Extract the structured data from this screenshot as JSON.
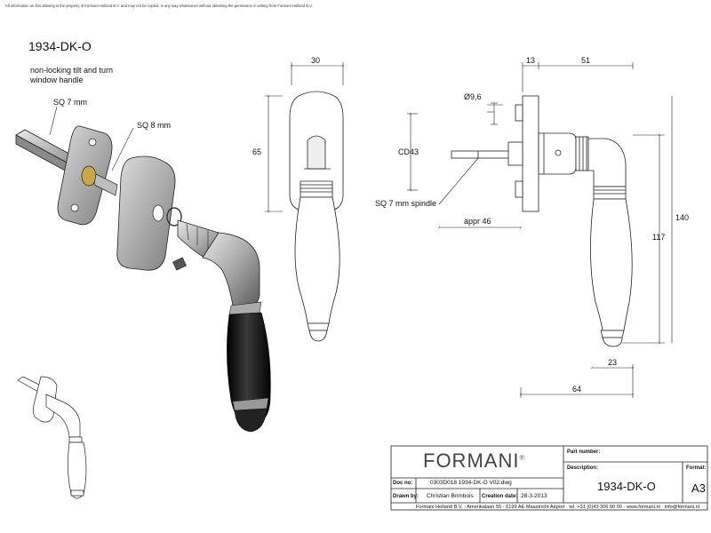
{
  "disclaimer": "All information on this drawing is the property of Formani Holland B.V. and may not be copied, in any way whatsoever without obtaining the permission in writing from Formani Holland B.V.",
  "model_code": "1934-DK-O",
  "description_lines": [
    "non-locking tilt and turn",
    "window handle"
  ],
  "labels": {
    "sq7": "SQ 7 mm",
    "sq8": "SQ 8 mm",
    "spindle": "SQ 7 mm spindle",
    "hole": "Ø9,6",
    "cd": "CD43",
    "appr": "appr 46"
  },
  "dimensions": {
    "front_width": "30",
    "front_height": "65",
    "side_13": "13",
    "side_51": "51",
    "side_140": "140",
    "side_117": "117",
    "side_23": "23",
    "side_64": "64"
  },
  "title_block": {
    "brand": "FORMANI",
    "brand_mark": "®",
    "part_number_label": "Part number:",
    "description_label": "Description:",
    "description_value": "1934-DK-O",
    "format_label": "Format:",
    "format_value": "A3",
    "doc_label": "Doc no:",
    "doc_value": "0303D018 1934-DK-O V02.dwg",
    "drawn_label": "Drawn by:",
    "drawn_value": "Christian Brimbois",
    "creation_label": "Creation date:",
    "creation_value": "28-3-2013",
    "footer": "Formani Holland B.V.  ·  Amerikalaan 55  ·  6199 AE Maastricht Airport  ·  tel. +31 (0)43 306 90 00  ·  www.formani.nl  ·  info@formani.nl"
  },
  "colors": {
    "line": "#222222",
    "grip": "#1a1a1a",
    "metal": "#9a9a9a"
  }
}
